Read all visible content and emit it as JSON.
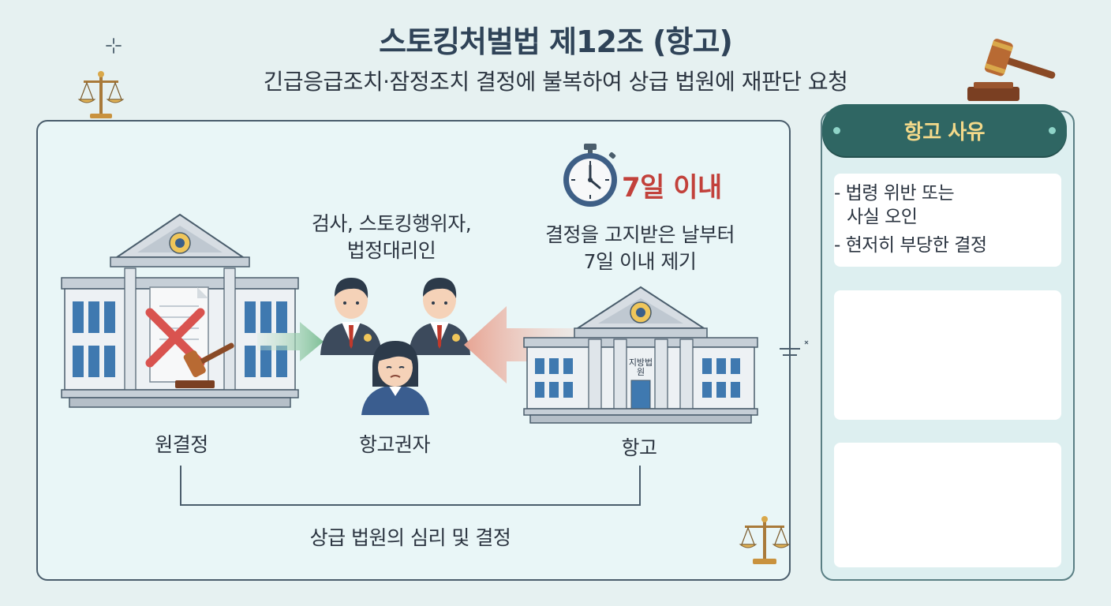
{
  "header": {
    "title": "스토킹처벌법 제12조 (항고)",
    "subtitle": "긴급응급조치·잠정조치 결정에 불복하여 상급 법원에 재판단 요청"
  },
  "flow": {
    "appellants_label_line1": "검사, 스토킹행위자,",
    "appellants_label_line2": "법정대리인",
    "deadline": "7일 이내",
    "deadline_desc_line1": "결정을 고지받은 날부터",
    "deadline_desc_line2": "7일 이내 제기",
    "original_decision_label": "원결정",
    "appellant_label": "항고권자",
    "appeal_label": "항고",
    "higher_court_review_label": "상급 법원의 심리 및 결정",
    "court_sign": "지방법원"
  },
  "reasons": {
    "title": "항고 사유",
    "items": [
      {
        "line1": "- 법령 위반 또는",
        "line2": "사실 오인"
      },
      {
        "line1": "- 현저히 부당한 결정",
        "line2": ""
      }
    ]
  },
  "colors": {
    "accent_dark_teal": "#2f6663",
    "header_gold": "#f3d98a",
    "deadline_red": "#c2413b",
    "cross_red": "#d9534f",
    "arrow_green": "#7fbf97",
    "arrow_salmon": "#e7a392"
  }
}
